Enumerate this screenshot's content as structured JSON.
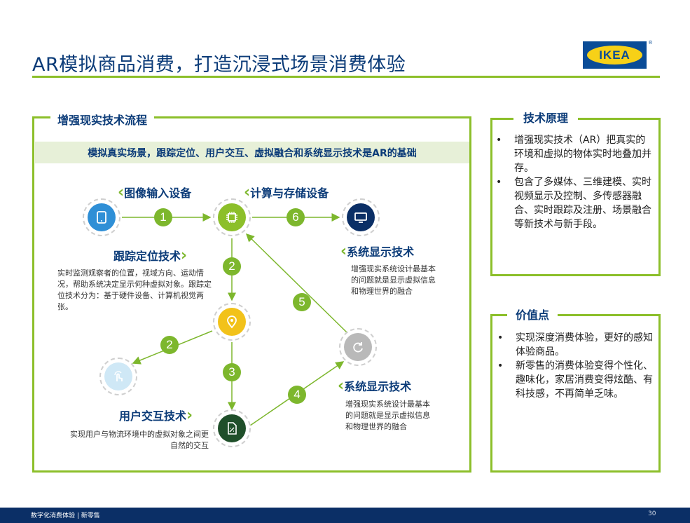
{
  "header": {
    "title": "AR模拟商品消费，打造沉浸式场景消费体验",
    "logo_text": "IKEA",
    "logo_mark": "®"
  },
  "colors": {
    "accent": "#8cbf2a",
    "navy": "#0b3b78",
    "footer": "#0b2f66"
  },
  "flow": {
    "title": "增强现实技术流程",
    "banner": "模拟真实场景，跟踪定位、用户交互、虚拟融合和系统显示技术是AR的基础",
    "headings": {
      "image_input": "图像输入设备",
      "compute_storage": "计算与存储设备",
      "tracking": "跟踪定位技术",
      "display_top": "系统显示技术",
      "display_bottom": "系统显示技术",
      "interaction": "用户交互技术"
    },
    "descriptions": {
      "tracking": "实时监测观察者的位置，视域方向、运动情况，帮助系统决定显示何种虚拟对象。跟踪定位技术分为：基于硬件设备、计算机视觉两张。",
      "display_top": "增强现实系统设计最基本的问题就是显示虚拟信息和物理世界的融合",
      "display_bottom": "增强现实系统设计最基本的问题就是显示虚拟信息和物理世界的融合",
      "interaction": "实现用户与物流环境中的虚拟对象之间更自然的交互"
    },
    "steps": [
      "1",
      "2",
      "2",
      "3",
      "4",
      "5",
      "6"
    ],
    "icons": [
      "tablet-icon",
      "chip-icon",
      "monitor-icon",
      "location-pin-icon",
      "touch-icon",
      "refresh-icon",
      "document-icon"
    ]
  },
  "principle": {
    "title": "技术原理",
    "bullets": [
      "增强现实技术（AR）把真实的环境和虚拟的物体实时地叠加并存。",
      "包含了多媒体、三维建模、实时视频显示及控制、多传感器融合、实时跟踪及注册、场景融合等新技术与新手段。"
    ]
  },
  "value": {
    "title": "价值点",
    "bullets": [
      "实现深度消费体验，更好的感知体验商品。",
      "新零售的消费体验变得个性化、趣味化，家居消费变得炫酷、有科技感，不再简单乏味。"
    ]
  },
  "footer": {
    "text": "数字化消费体验 | 新零售",
    "page": "30"
  }
}
